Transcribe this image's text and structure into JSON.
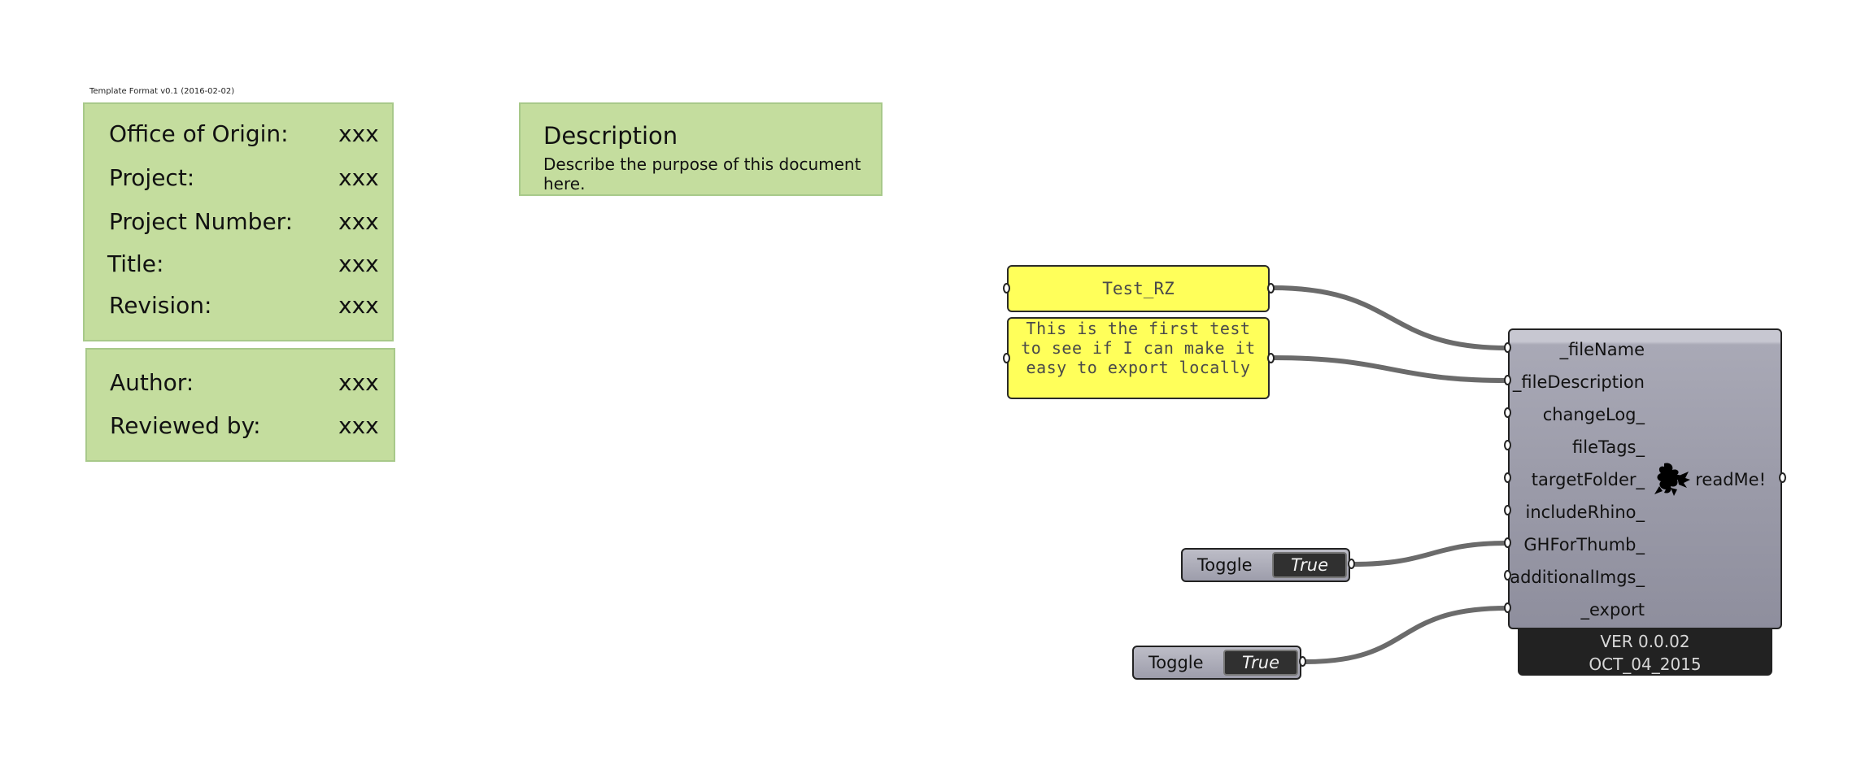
{
  "template": {
    "format_label": "Template Format v0.1 (2016-02-02)"
  },
  "header_panel": {
    "rows": [
      {
        "label": "Office of Origin:",
        "value": "xxx"
      },
      {
        "label": "Project:",
        "value": "xxx"
      },
      {
        "label": "Project Number:",
        "value": "xxx"
      },
      {
        "label": "Title:",
        "value": "xxx"
      },
      {
        "label": "Revision:",
        "value": "xxx"
      }
    ]
  },
  "author_panel": {
    "rows": [
      {
        "label": "Author:",
        "value": "xxx"
      },
      {
        "label": "Reviewed by:",
        "value": "xxx"
      }
    ]
  },
  "description_panel": {
    "title": "Description",
    "text": "Describe the purpose of this document here."
  },
  "panels": {
    "file_name": "Test_RZ",
    "file_description": "This is the first test to see if I can make it easy to export locally"
  },
  "component": {
    "inputs": [
      "_fileName",
      "_fileDescription",
      "changeLog_",
      "fileTags_",
      "targetFolder_",
      "includeRhino_",
      "GHForThumb_",
      "additionalImgs_",
      "_export"
    ],
    "output": "readMe!",
    "version": "VER 0.0.02",
    "date": "OCT_04_2015"
  },
  "toggles": [
    {
      "label": "Toggle",
      "value": "True"
    },
    {
      "label": "Toggle",
      "value": "True"
    }
  ],
  "colors": {
    "note_green": "#c4dd9e",
    "panel_yellow": "#ffff5a",
    "component_gray": "#9a9aa8",
    "wire_gray": "#6b6b6b"
  }
}
